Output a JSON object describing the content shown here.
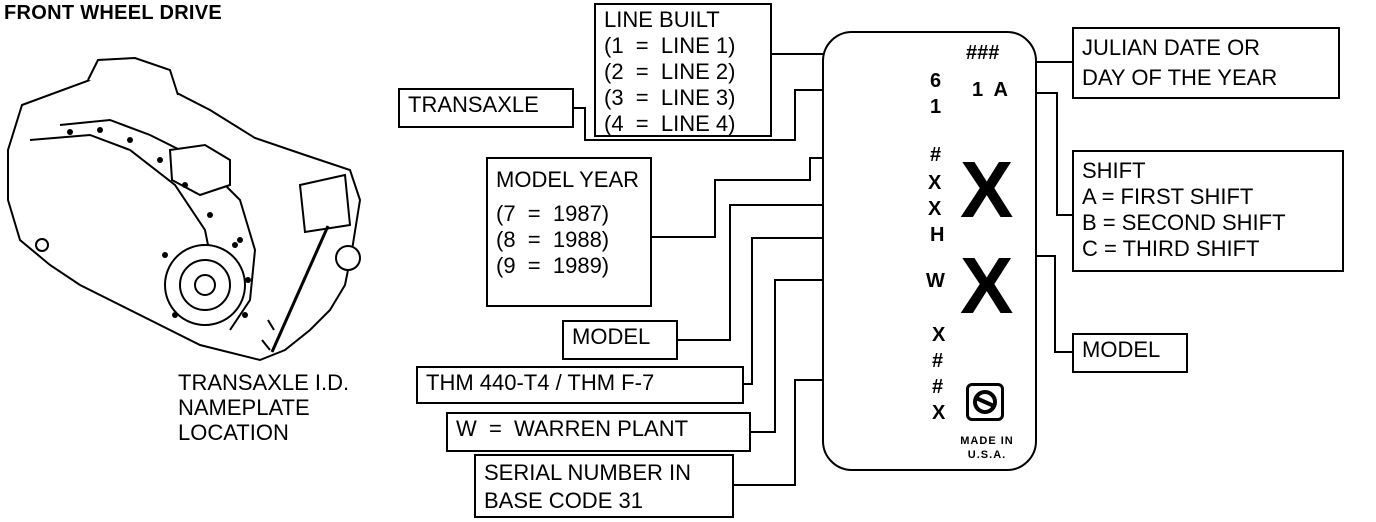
{
  "title": "FRONT WHEEL DRIVE",
  "transaxle_caption": [
    "TRANSAXLE I.D.",
    "NAMEPLATE",
    "LOCATION"
  ],
  "line_built": [
    "LINE BUILT",
    "(1  =  LINE 1)",
    "(2  =  LINE 2)",
    "(3  =  LINE 3)",
    "(4  =  LINE 4)"
  ],
  "transaxle_label": "TRANSAXLE",
  "model_year": [
    "MODEL YEAR",
    "(7  =  1987)",
    "(8  =  1988)",
    "(9  =  1989)"
  ],
  "model_left_label": "MODEL",
  "thm_label": "THM 440-T4 / THM F-7",
  "warren_label": "W  =  WARREN PLANT",
  "serial": [
    "SERIAL NUMBER IN",
    "BASE CODE 31"
  ],
  "julian": [
    "JULIAN DATE OR",
    "DAY OF THE YEAR"
  ],
  "shift": [
    "SHIFT",
    "A = FIRST SHIFT",
    "B = SECOND SHIFT",
    "C = THIRD SHIFT"
  ],
  "model_right_label": "MODEL",
  "plate": {
    "code_top": "###",
    "code_shift": "1  A",
    "code_line": "6",
    "code_trans": "1",
    "code_year": "#",
    "code_x1": "X",
    "code_x2": "X",
    "code_h": "H",
    "code_w": "W",
    "code_s1": "X",
    "code_s2": "#",
    "code_s3": "#",
    "code_s4": "X",
    "big_x_top": "X",
    "big_x_bottom": "X",
    "made_in": [
      "MADE IN",
      "U.S.A."
    ]
  },
  "colors": {
    "ink": "#000000",
    "paper": "#ffffff"
  }
}
